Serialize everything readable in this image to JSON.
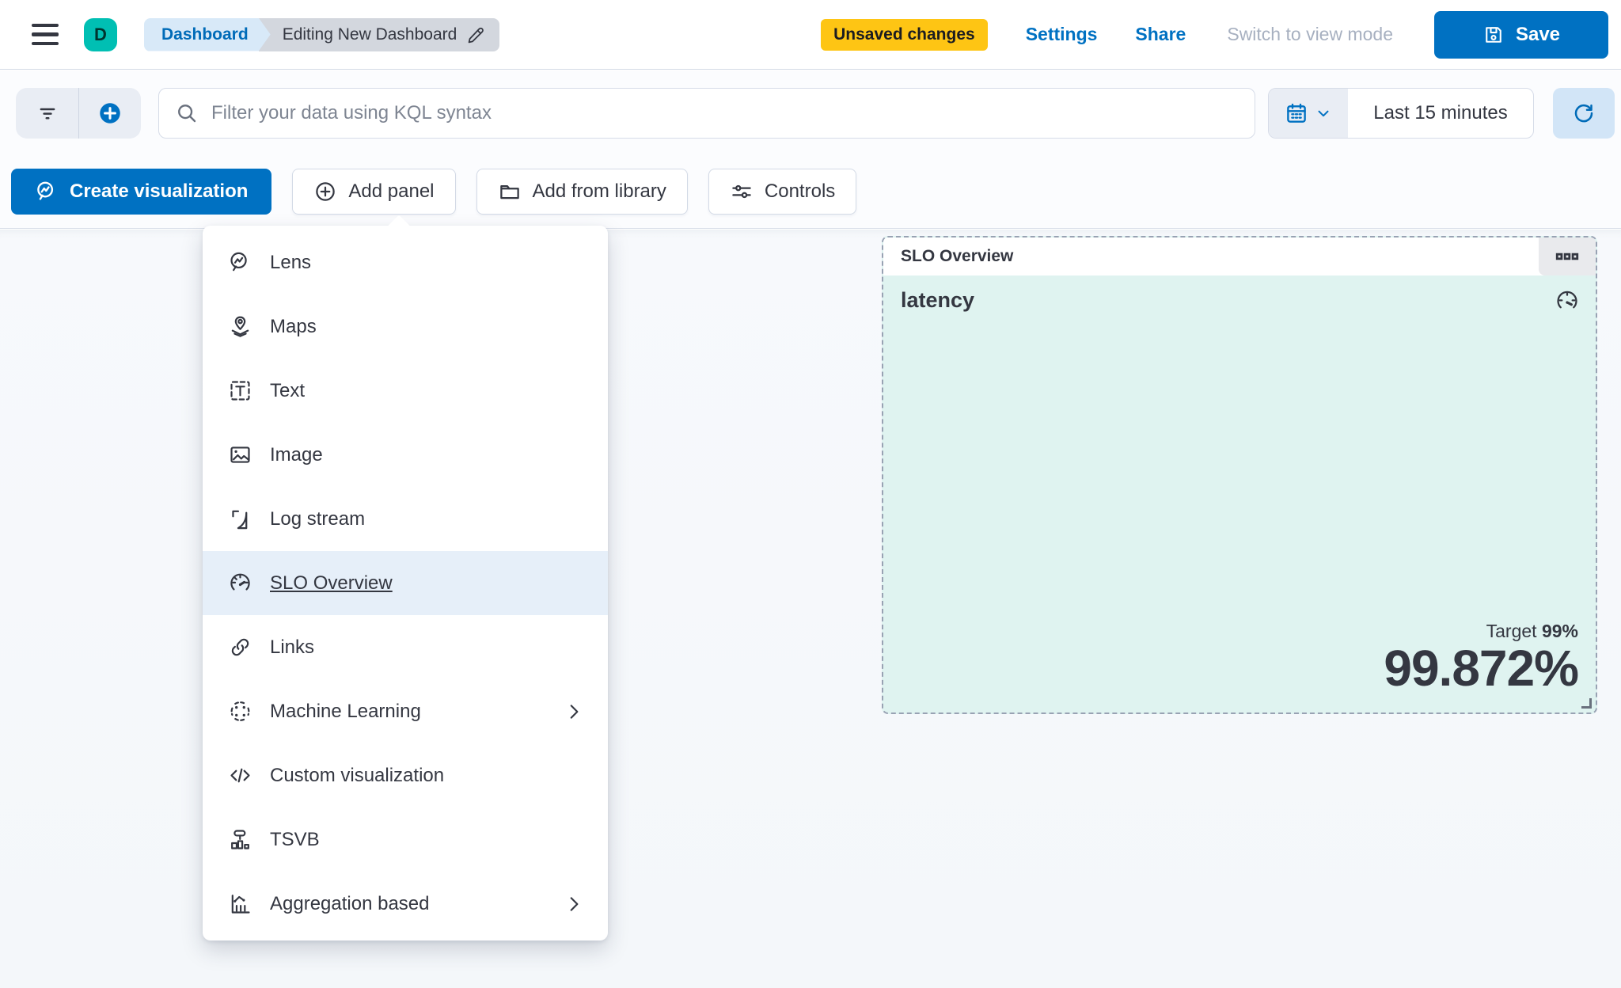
{
  "header": {
    "avatar_initial": "D",
    "breadcrumbs": {
      "root": "Dashboard",
      "current": "Editing New Dashboard"
    },
    "unsaved_badge": "Unsaved changes",
    "settings_label": "Settings",
    "share_label": "Share",
    "view_mode_label": "Switch to view mode",
    "save_label": "Save"
  },
  "query_bar": {
    "search_placeholder": "Filter your data using KQL syntax",
    "time_range": "Last 15 minutes"
  },
  "toolbar": {
    "create_visualization_label": "Create visualization",
    "add_panel_label": "Add panel",
    "add_from_library_label": "Add from library",
    "controls_label": "Controls"
  },
  "add_panel_menu": {
    "items": [
      {
        "label": "Lens",
        "icon": "lens-icon",
        "selected": false,
        "has_submenu": false
      },
      {
        "label": "Maps",
        "icon": "maps-icon",
        "selected": false,
        "has_submenu": false
      },
      {
        "label": "Text",
        "icon": "text-icon",
        "selected": false,
        "has_submenu": false
      },
      {
        "label": "Image",
        "icon": "image-icon",
        "selected": false,
        "has_submenu": false
      },
      {
        "label": "Log stream",
        "icon": "log-stream-icon",
        "selected": false,
        "has_submenu": false
      },
      {
        "label": "SLO Overview",
        "icon": "gauge-icon",
        "selected": true,
        "has_submenu": false
      },
      {
        "label": "Links",
        "icon": "link-icon",
        "selected": false,
        "has_submenu": false
      },
      {
        "label": "Machine Learning",
        "icon": "machine-learning-icon",
        "selected": false,
        "has_submenu": true
      },
      {
        "label": "Custom visualization",
        "icon": "code-icon",
        "selected": false,
        "has_submenu": false
      },
      {
        "label": "TSVB",
        "icon": "tsvb-icon",
        "selected": false,
        "has_submenu": false
      },
      {
        "label": "Aggregation based",
        "icon": "aggregation-icon",
        "selected": false,
        "has_submenu": true
      }
    ]
  },
  "slo_panel": {
    "title": "SLO Overview",
    "metric_name": "latency",
    "target_label": "Target",
    "target_value": "99%",
    "value": "99.872%"
  },
  "colors": {
    "primary_blue": "#0071c2",
    "warning_badge": "#fec514",
    "avatar_teal": "#00bfb3",
    "panel_body_teal": "#dff3f0",
    "text_dark": "#343741",
    "menu_selected_bg": "#e6eff9"
  }
}
